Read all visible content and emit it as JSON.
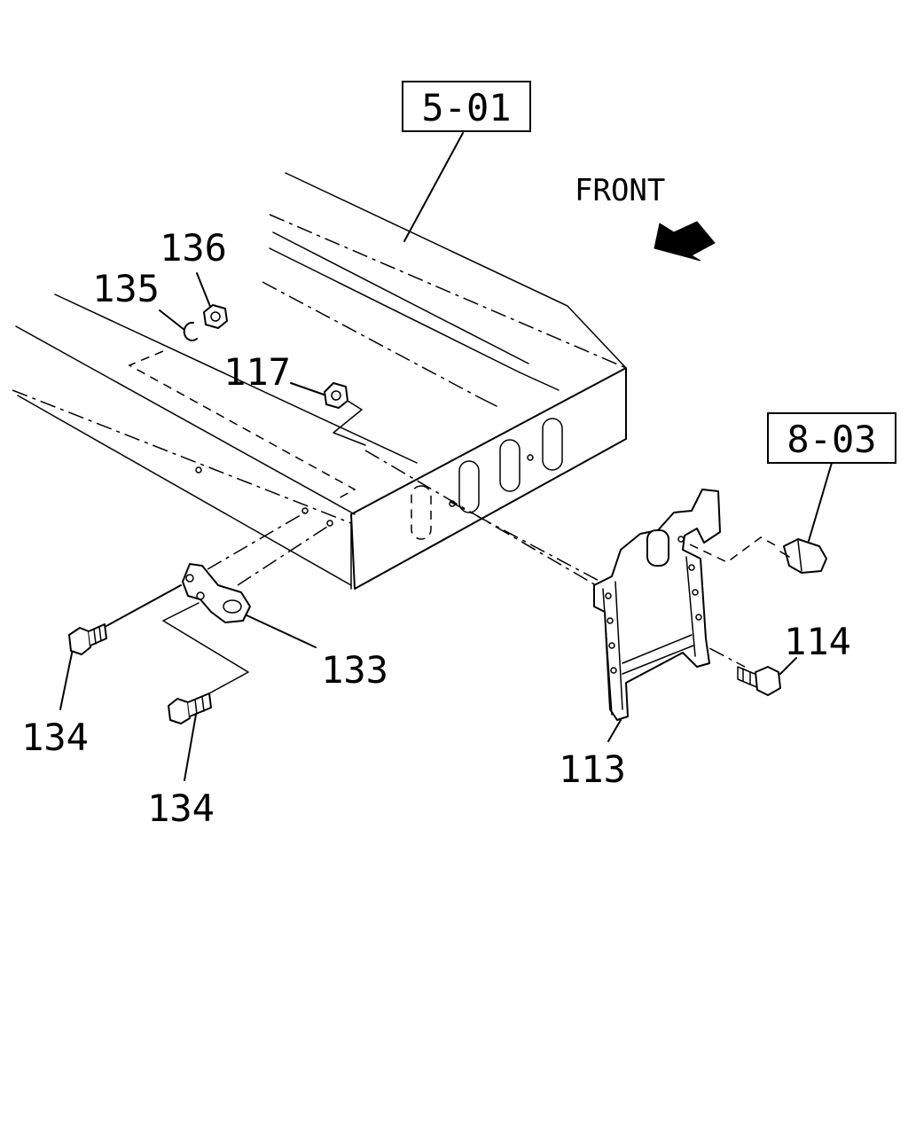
{
  "diagram": {
    "direction_label": "FRONT",
    "ref_boxes": [
      {
        "id": "ref-5-01",
        "text": "5-01"
      },
      {
        "id": "ref-8-03",
        "text": "8-03"
      }
    ],
    "callouts": [
      {
        "id": "callout-136",
        "text": "136"
      },
      {
        "id": "callout-135",
        "text": "135"
      },
      {
        "id": "callout-117",
        "text": "117"
      },
      {
        "id": "callout-133",
        "text": "133"
      },
      {
        "id": "callout-134-upper",
        "text": "134"
      },
      {
        "id": "callout-134-lower",
        "text": "134"
      },
      {
        "id": "callout-114",
        "text": "114"
      },
      {
        "id": "callout-113",
        "text": "113"
      }
    ]
  }
}
